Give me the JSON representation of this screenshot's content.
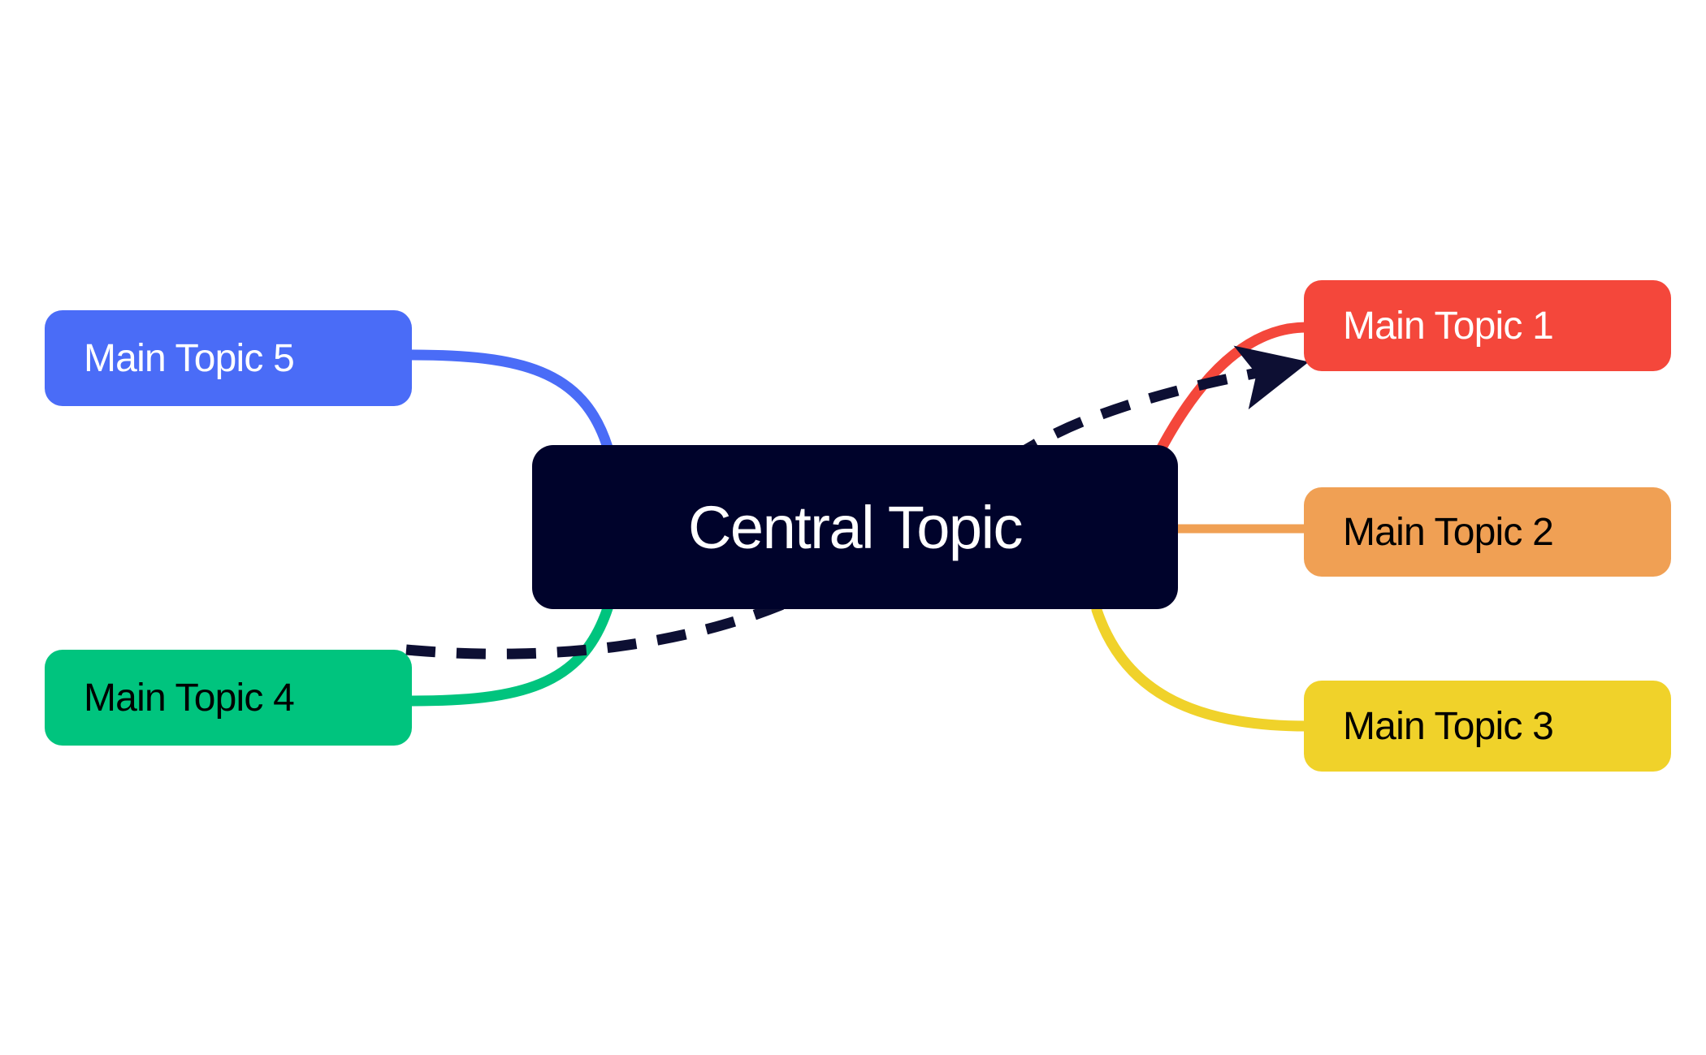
{
  "diagram": {
    "type": "mind-map",
    "background_color": "#ffffff",
    "central": {
      "id": "central-topic",
      "label": "Central Topic",
      "fill": "#00032b",
      "text_color": "#ffffff"
    },
    "topics": [
      {
        "id": "main-topic-1",
        "label": "Main Topic 1",
        "fill": "#f4473b",
        "text_color": "#ffffff",
        "side": "right"
      },
      {
        "id": "main-topic-2",
        "label": "Main Topic 2",
        "fill": "#f0a054",
        "text_color": "#000000",
        "side": "right"
      },
      {
        "id": "main-topic-3",
        "label": "Main Topic 3",
        "fill": "#f0d22a",
        "text_color": "#000000",
        "side": "right"
      },
      {
        "id": "main-topic-4",
        "label": "Main Topic 4",
        "fill": "#00c47e",
        "text_color": "#000000",
        "side": "left"
      },
      {
        "id": "main-topic-5",
        "label": "Main Topic 5",
        "fill": "#4a6cf7",
        "text_color": "#ffffff",
        "side": "left"
      }
    ],
    "connectors": [
      {
        "id": "connector-central-to-topic-1",
        "style": "solid",
        "color": "#f4473b",
        "from": "central-topic",
        "to": "main-topic-1"
      },
      {
        "id": "connector-central-to-topic-2",
        "style": "solid",
        "color": "#f0a054",
        "from": "central-topic",
        "to": "main-topic-2"
      },
      {
        "id": "connector-central-to-topic-3",
        "style": "solid",
        "color": "#f0d22a",
        "from": "central-topic",
        "to": "main-topic-3"
      },
      {
        "id": "connector-central-to-topic-4",
        "style": "solid",
        "color": "#00c47e",
        "from": "main-topic-4",
        "to": "central-topic"
      },
      {
        "id": "connector-central-to-topic-5",
        "style": "solid",
        "color": "#4a6cf7",
        "from": "main-topic-5",
        "to": "central-topic"
      },
      {
        "id": "relationship-arrow-topic-4-to-topic-1",
        "style": "dashed",
        "color": "#0d0f33",
        "from": "main-topic-4",
        "to": "main-topic-1",
        "arrowhead": "end"
      }
    ]
  }
}
